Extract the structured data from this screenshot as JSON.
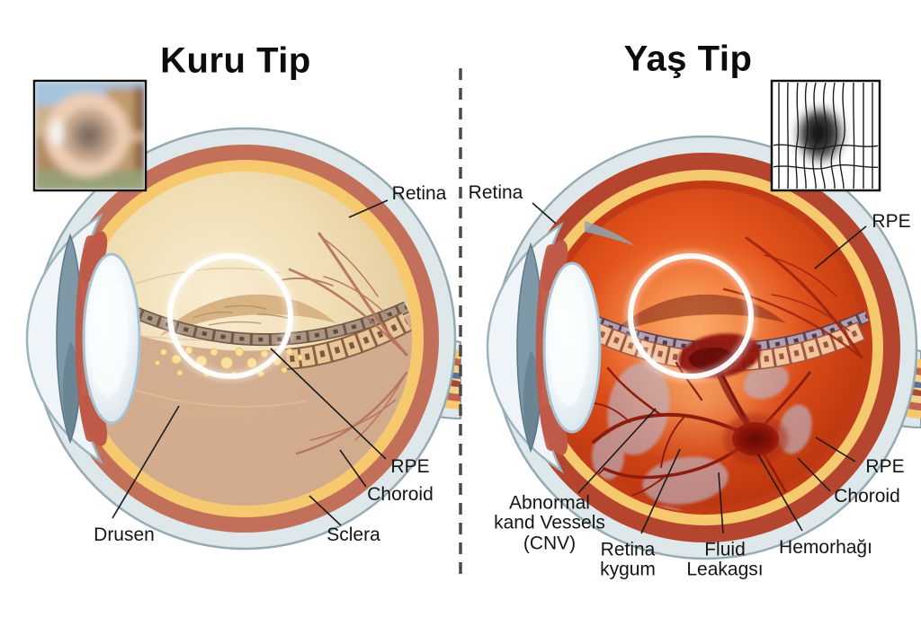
{
  "titles": {
    "left": "Kuru Tip",
    "right": "Yaş Tip"
  },
  "left_panel": {
    "labels": {
      "retina": "Retina",
      "rpe": "RPE",
      "choroid": "Choroid",
      "sclera": "Sclera",
      "drusen": "Drusen"
    }
  },
  "right_panel": {
    "labels": {
      "retina": "Retina",
      "rpe_top": "RPE",
      "abnormal1": "Abnormal",
      "abnormal2": "kand Vessels",
      "abnormal3": "(CNV)",
      "retina_kygum1": "Retina",
      "retina_kygum2": "kygum",
      "fluid1": "Fluid",
      "fluid2": "Leakagsı",
      "hemorrhage": "Hemorhağı",
      "rpe": "RPE",
      "choroid": "Choroid"
    }
  },
  "colors": {
    "sclera": "#dee8eb",
    "choroid_dry": "#c3705b",
    "choroid_wet": "#b4452e",
    "retina_ring": "#f7c96e",
    "interior_dry": "#eedcb4",
    "interior_wet": "#cc3c12",
    "drusen": "#f9e0a0",
    "hemorrhage": "#7c100a",
    "fluid_leak": "#bdb6c6",
    "divider": "#4a4a4a",
    "label_text": "#141414"
  }
}
